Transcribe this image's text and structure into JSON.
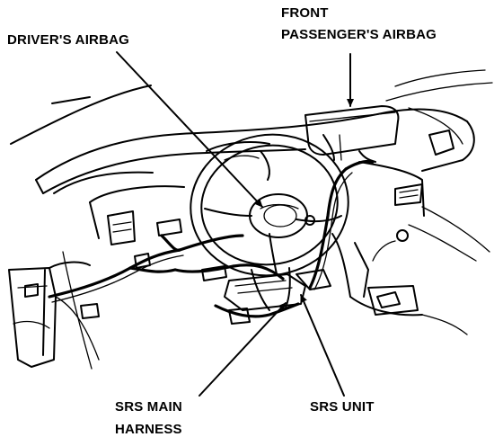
{
  "labels": {
    "drivers_airbag": "DRIVER'S AIRBAG",
    "front_passenger_line1": "FRONT",
    "front_passenger_line2": "PASSENGER'S AIRBAG",
    "srs_main_harness_line1": "SRS MAIN",
    "srs_main_harness_line2": "HARNESS",
    "srs_unit": "SRS UNIT"
  },
  "colors": {
    "ink": "#000000",
    "background": "#ffffff"
  }
}
